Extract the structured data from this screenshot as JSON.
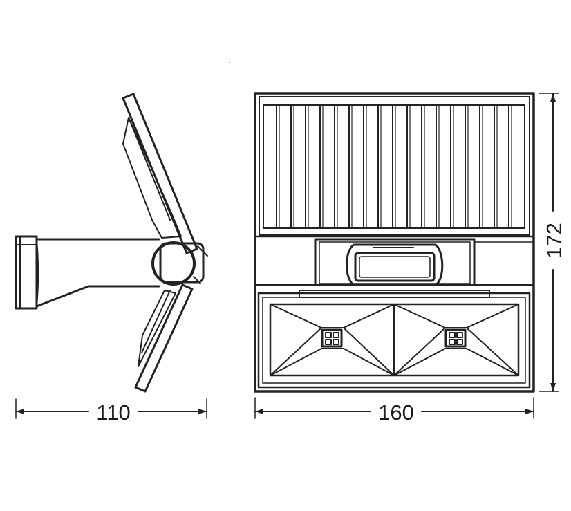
{
  "dimensions": {
    "side_width": "110",
    "front_width": "160",
    "front_height": "172"
  },
  "colors": {
    "line": "#222222",
    "background": "#ffffff"
  }
}
